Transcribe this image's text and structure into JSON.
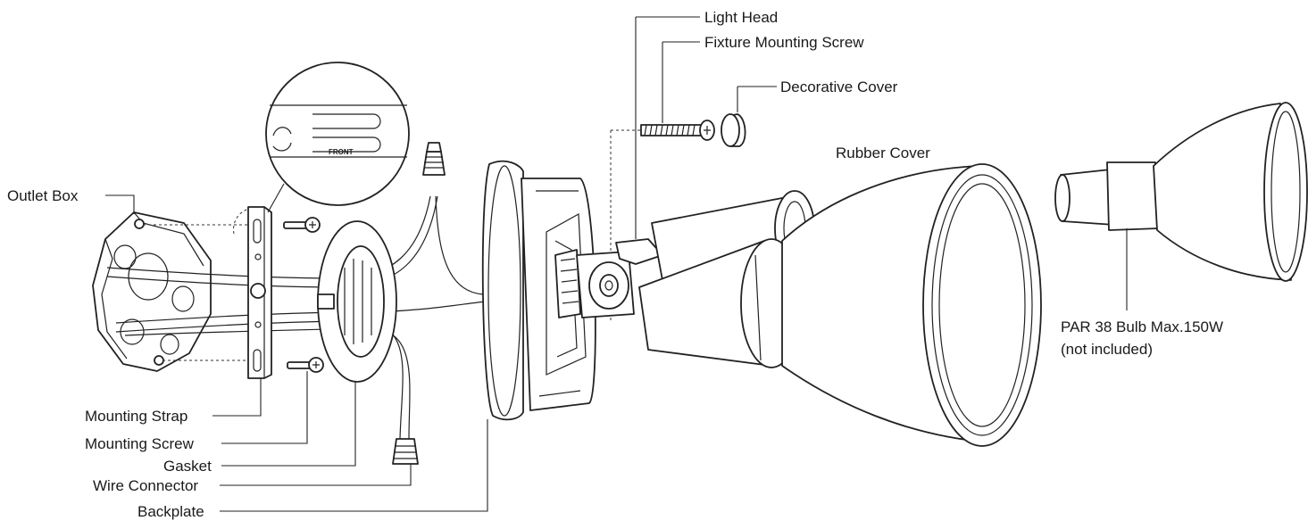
{
  "labels": {
    "light_head": "Light Head",
    "fixture_mounting_screw": "Fixture Mounting Screw",
    "decorative_cover": "Decorative Cover",
    "rubber_cover": "Rubber Cover",
    "outlet_box": "Outlet Box",
    "bulb_line1": "PAR 38 Bulb Max.150W",
    "bulb_line2": "(not included)",
    "mounting_strap": "Mounting Strap",
    "mounting_screw": "Mounting Screw",
    "gasket": "Gasket",
    "wire_connector": "Wire Connector",
    "backplate": "Backplate"
  },
  "detail": {
    "front_mark": "FRONT"
  }
}
